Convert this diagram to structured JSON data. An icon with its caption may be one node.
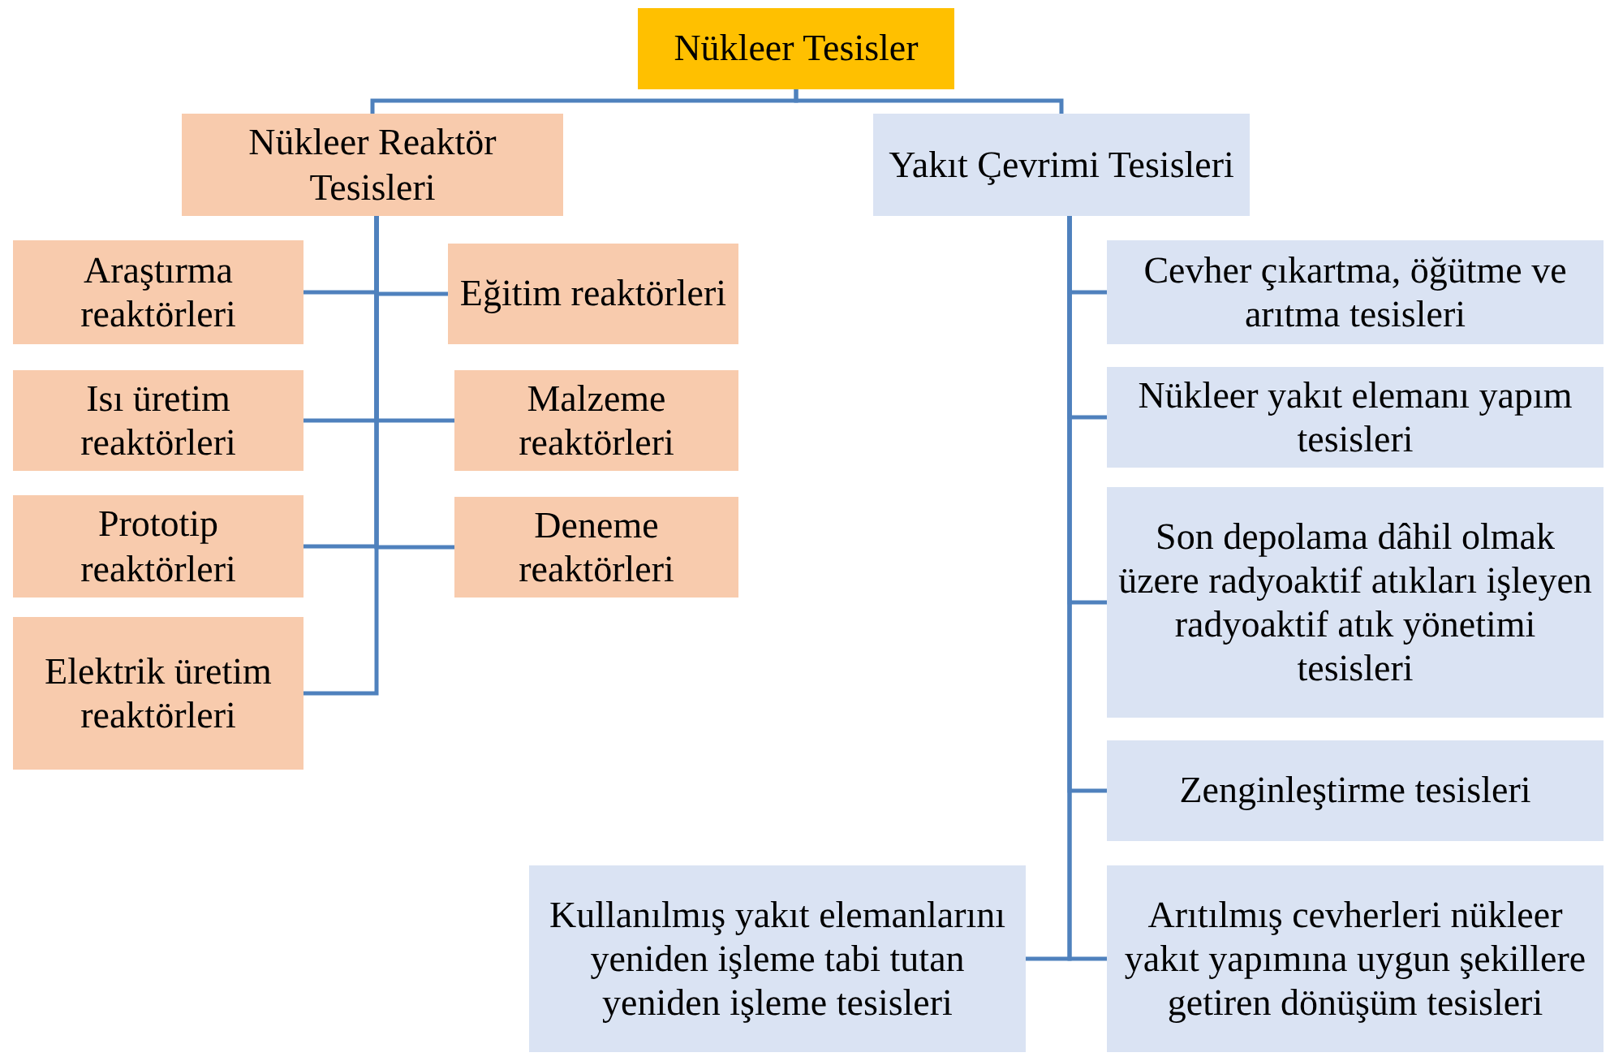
{
  "diagram": {
    "nodes": [
      {
        "text": [
          "Nükleer Tesisler"
        ]
      },
      {
        "text": [
          "Nükleer Reaktör Tesisleri"
        ]
      },
      {
        "text": [
          "Yakıt Çevrimi Tesisleri"
        ]
      },
      {
        "text": [
          "Araştırma reaktörleri"
        ]
      },
      {
        "text": [
          "Eğitim reaktörleri"
        ]
      },
      {
        "text": [
          "Isı üretim reaktörleri"
        ]
      },
      {
        "text": [
          "Malzeme reaktörleri"
        ]
      },
      {
        "text": [
          "Prototip reaktörleri"
        ]
      },
      {
        "text": [
          "Deneme reaktörleri"
        ]
      },
      {
        "text": [
          "Elektrik üretim reaktörleri"
        ]
      },
      {
        "text": [
          "Cevher çıkartma, öğütme ve arıtma tesisleri"
        ]
      },
      {
        "text": [
          "Nükleer yakıt elemanı yapım tesisleri"
        ]
      },
      {
        "text": [
          "Son depolama dâhil olmak üzere radyoaktif atıkları işleyen radyoaktif atık yönetimi tesisleri"
        ]
      },
      {
        "text": [
          "Zenginleştirme tesisleri"
        ]
      },
      {
        "text": [
          "Kullanılmış yakıt elemanlarını yeniden işleme tabi tutan yeniden işleme tesisleri"
        ]
      },
      {
        "text": [
          "Arıtılmış cevherleri nükleer yakıt yapımına uygun şekillere getiren dönüşüm tesisleri"
        ]
      }
    ],
    "edges": [
      {
        "from": 0,
        "to": 1,
        "arrow": "none"
      },
      {
        "from": 0,
        "to": 2,
        "arrow": "none"
      },
      {
        "from": 1,
        "to": 3,
        "arrow": "none"
      },
      {
        "from": 1,
        "to": 4,
        "arrow": "none"
      },
      {
        "from": 1,
        "to": 5,
        "arrow": "none"
      },
      {
        "from": 1,
        "to": 6,
        "arrow": "none"
      },
      {
        "from": 1,
        "to": 7,
        "arrow": "none"
      },
      {
        "from": 1,
        "to": 8,
        "arrow": "none"
      },
      {
        "from": 1,
        "to": 9,
        "arrow": "none"
      },
      {
        "from": 2,
        "to": 10,
        "arrow": "none"
      },
      {
        "from": 2,
        "to": 11,
        "arrow": "none"
      },
      {
        "from": 2,
        "to": 12,
        "arrow": "none"
      },
      {
        "from": 2,
        "to": 13,
        "arrow": "none"
      },
      {
        "from": 2,
        "to": 14,
        "arrow": "none"
      },
      {
        "from": 2,
        "to": 15,
        "arrow": "none"
      }
    ]
  }
}
